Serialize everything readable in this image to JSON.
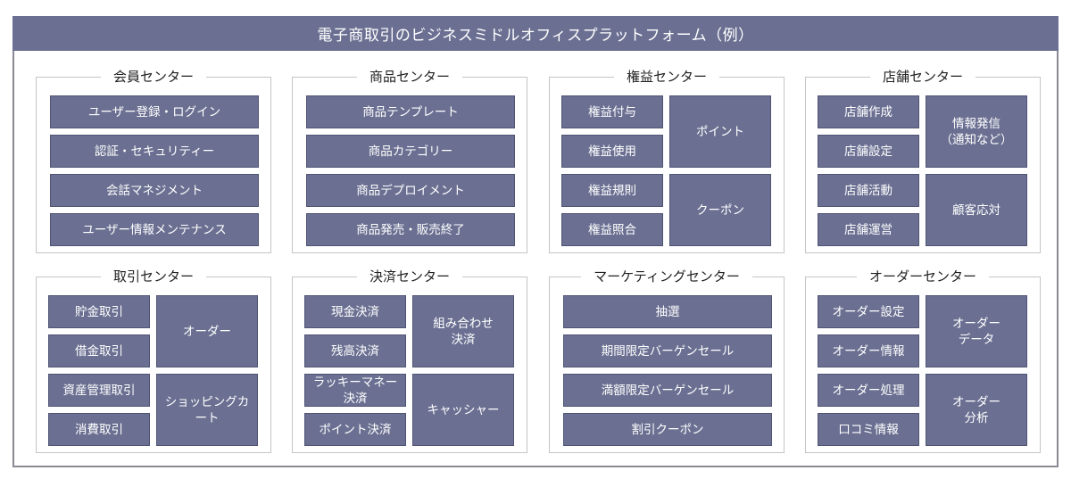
{
  "title": "電子商取引のビジネスミドルオフィスプラットフォーム（例）",
  "centers": [
    {
      "name": "会員センター",
      "items": [
        "ユーザー登録・ログイン",
        "認証・セキュリティー",
        "会話マネジメント",
        "ユーザー情報メンテナンス"
      ]
    },
    {
      "name": "商品センター",
      "items": [
        "商品テンプレート",
        "商品カテゴリー",
        "商品デプロイメント",
        "商品発売・販売終了"
      ]
    },
    {
      "name": "権益センター",
      "left": [
        "権益付与",
        "権益使用",
        "権益規則",
        "権益照合"
      ],
      "right": [
        "ポイント",
        "クーポン"
      ]
    },
    {
      "name": "店舗センター",
      "left": [
        "店舗作成",
        "店舗設定",
        "店舗活動",
        "店舗運営"
      ],
      "right": [
        "情報発信\n（通知など）",
        "顧客応対"
      ]
    },
    {
      "name": "取引センター",
      "left": [
        "貯金取引",
        "借金取引",
        "資産管理取引",
        "消費取引"
      ],
      "right": [
        "オーダー",
        "ショッピングカ\nート"
      ]
    },
    {
      "name": "決済センター",
      "left": [
        "現金決済",
        "残高決済",
        "ラッキーマネー\n決済",
        "ポイント決済"
      ],
      "right": [
        "組み合わせ\n決済",
        "キャッシャー"
      ]
    },
    {
      "name": "マーケティングセンター",
      "items": [
        "抽選",
        "期間限定バーゲンセール",
        "満額限定バーゲンセール",
        "割引クーポン"
      ]
    },
    {
      "name": "オーダーセンター",
      "left": [
        "オーダー設定",
        "オーダー情報",
        "オーダー処理",
        "口コミ情報"
      ],
      "right": [
        "オーダー\nデータ",
        "オーダー\n分析"
      ]
    }
  ]
}
